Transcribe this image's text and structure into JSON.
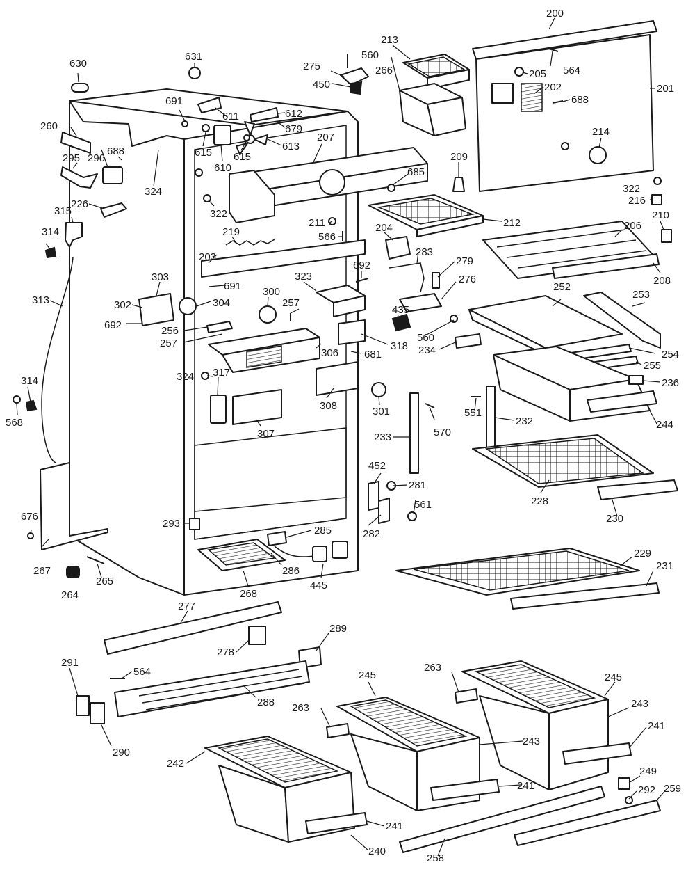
{
  "labels": {
    "l200": "200",
    "l201": "201",
    "l202": "202",
    "l203": "203",
    "l204": "204",
    "l205": "205",
    "l206": "206",
    "l207": "207",
    "l208": "208",
    "l209": "209",
    "l210": "210",
    "l211": "211",
    "l212": "212",
    "l213": "213",
    "l214": "214",
    "l216": "216",
    "l219": "219",
    "l226": "226",
    "l228": "228",
    "l229": "229",
    "l230": "230",
    "l231": "231",
    "l232": "232",
    "l233": "233",
    "l234": "234",
    "l236": "236",
    "l240": "240",
    "l241": "241",
    "l242": "242",
    "l243": "243",
    "l244": "244",
    "l245": "245",
    "l249": "249",
    "l252": "252",
    "l253": "253",
    "l254": "254",
    "l255": "255",
    "l256": "256",
    "l257": "257",
    "l258": "258",
    "l259": "259",
    "l260": "260",
    "l263": "263",
    "l264": "264",
    "l265": "265",
    "l266": "266",
    "l267": "267",
    "l268": "268",
    "l275": "275",
    "l276": "276",
    "l277": "277",
    "l278": "278",
    "l279": "279",
    "l281": "281",
    "l282": "282",
    "l283": "283",
    "l285": "285",
    "l286": "286",
    "l288": "288",
    "l289": "289",
    "l290": "290",
    "l291": "291",
    "l292": "292",
    "l293": "293",
    "l295": "295",
    "l296": "296",
    "l300": "300",
    "l301": "301",
    "l302": "302",
    "l303": "303",
    "l304": "304",
    "l306": "306",
    "l307": "307",
    "l308": "308",
    "l313": "313",
    "l314": "314",
    "l315": "315",
    "l317": "317",
    "l318": "318",
    "l322": "322",
    "l323": "323",
    "l324": "324",
    "l435": "435",
    "l445": "445",
    "l450": "450",
    "l452": "452",
    "l551": "551",
    "l560": "560",
    "l561": "561",
    "l564": "564",
    "l566": "566",
    "l568": "568",
    "l570": "570",
    "l610": "610",
    "l611": "611",
    "l612": "612",
    "l613": "613",
    "l615": "615",
    "l630": "630",
    "l631": "631",
    "l676": "676",
    "l679": "679",
    "l681": "681",
    "l685": "685",
    "l688": "688",
    "l691": "691",
    "l692": "692"
  }
}
